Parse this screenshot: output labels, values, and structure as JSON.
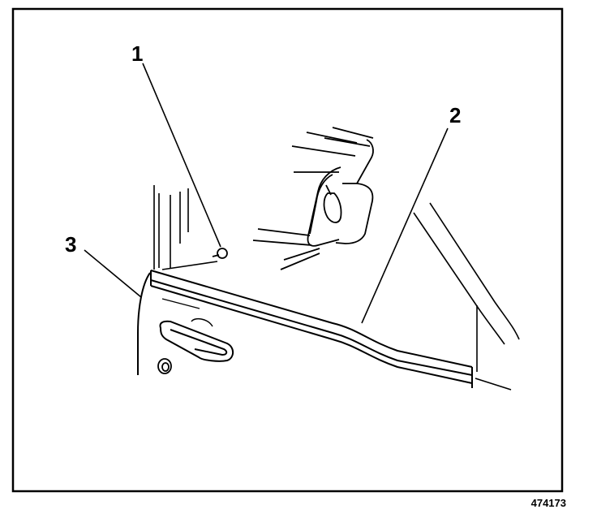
{
  "callouts": {
    "c1": "1",
    "c2": "2",
    "c3": "3"
  },
  "figure_id": "474173"
}
